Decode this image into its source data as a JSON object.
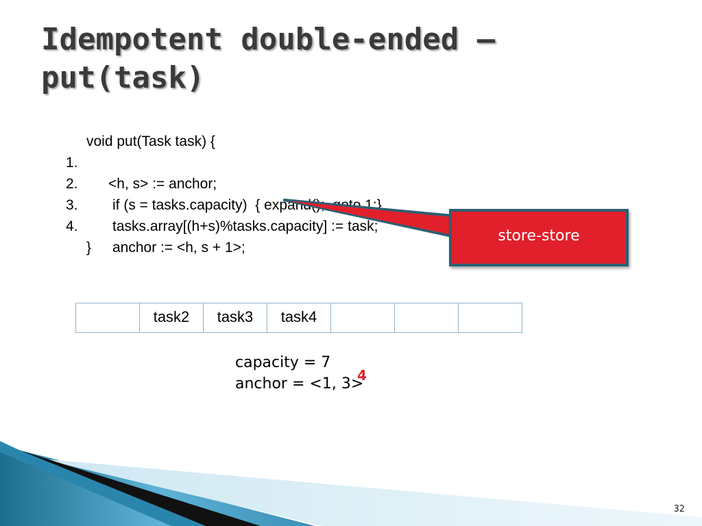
{
  "slide": {
    "title": "Idempotent double-ended – put(task)",
    "page_number": "32"
  },
  "code": {
    "signature": "void put(Task task) {",
    "lines": [
      {
        "num": "1.",
        "text": "<h, s> := anchor;"
      },
      {
        "num": "2.",
        "text": "if (s = tasks.capacity)  { expand();  goto 1;}"
      },
      {
        "num": "3.",
        "text": "tasks.array[(h+s)%tasks.capacity] := task;"
      },
      {
        "num": "4.",
        "text": "anchor := <h, s + 1>;"
      }
    ],
    "closing": "}"
  },
  "callout": {
    "label": "store-store",
    "fill_color": "#e1202b",
    "border_color": "#2d5f73"
  },
  "array": {
    "cells": [
      "",
      "task2",
      "task3",
      "task4",
      "",
      "",
      ""
    ]
  },
  "state": {
    "capacity_text": "capacity = 7",
    "anchor_prefix": "anchor = <1, ",
    "anchor_old_value": "3",
    "anchor_suffix": ">",
    "anchor_new_value": "4",
    "highlight_color": "#d8242c"
  }
}
